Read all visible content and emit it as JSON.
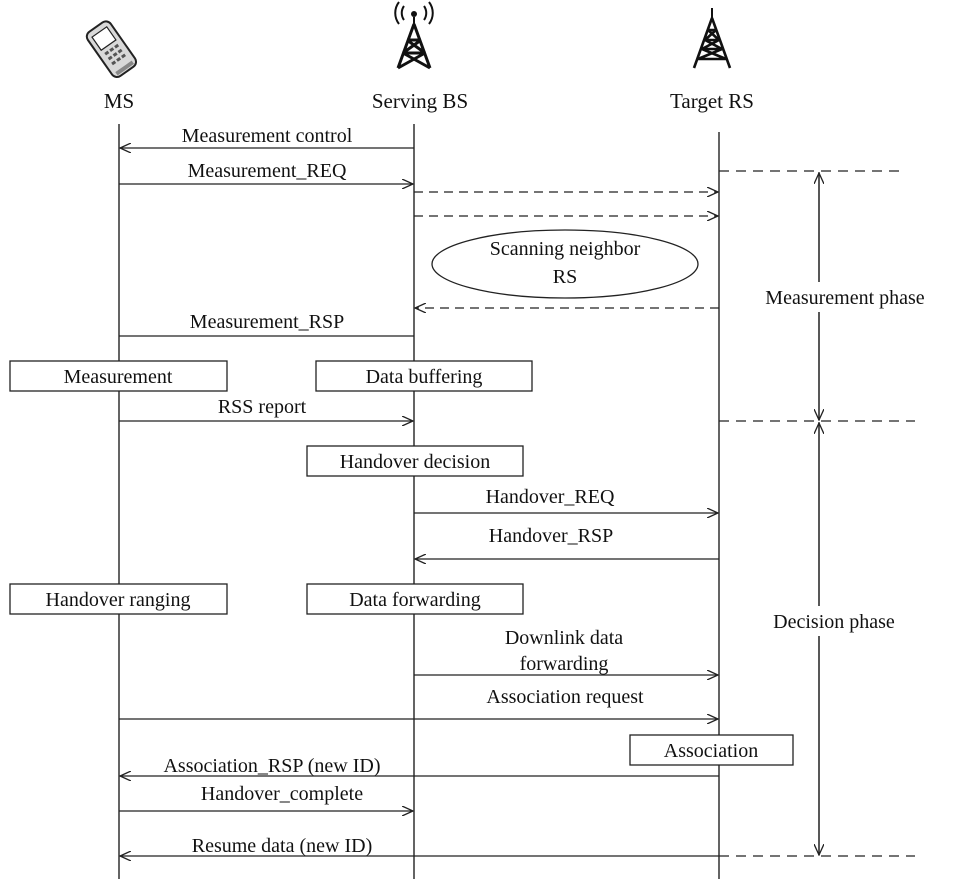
{
  "participants": {
    "ms": "MS",
    "serving_bs": "Serving BS",
    "target_rs": "Target RS"
  },
  "messages": {
    "measurement_control": "Measurement control",
    "measurement_req": "Measurement_REQ",
    "scanning_line1": "Scanning neighbor",
    "scanning_line2": "RS",
    "measurement_rsp": "Measurement_RSP",
    "rss_report": "RSS report",
    "handover_req": "Handover_REQ",
    "handover_rsp": "Handover_RSP",
    "downlink_line1": "Downlink data",
    "downlink_line2": "forwarding",
    "association_request": "Association request",
    "association_rsp": "Association_RSP (new ID)",
    "handover_complete": "Handover_complete",
    "resume_data": "Resume data (new ID)"
  },
  "boxes": {
    "measurement": "Measurement",
    "data_buffering": "Data buffering",
    "handover_decision": "Handover decision",
    "handover_ranging": "Handover ranging",
    "data_forwarding": "Data forwarding",
    "association": "Association"
  },
  "phases": {
    "measurement": "Measurement phase",
    "decision": "Decision phase"
  },
  "icons": [
    "mobile-phone-icon",
    "antenna-tower-icon",
    "tower-icon"
  ]
}
